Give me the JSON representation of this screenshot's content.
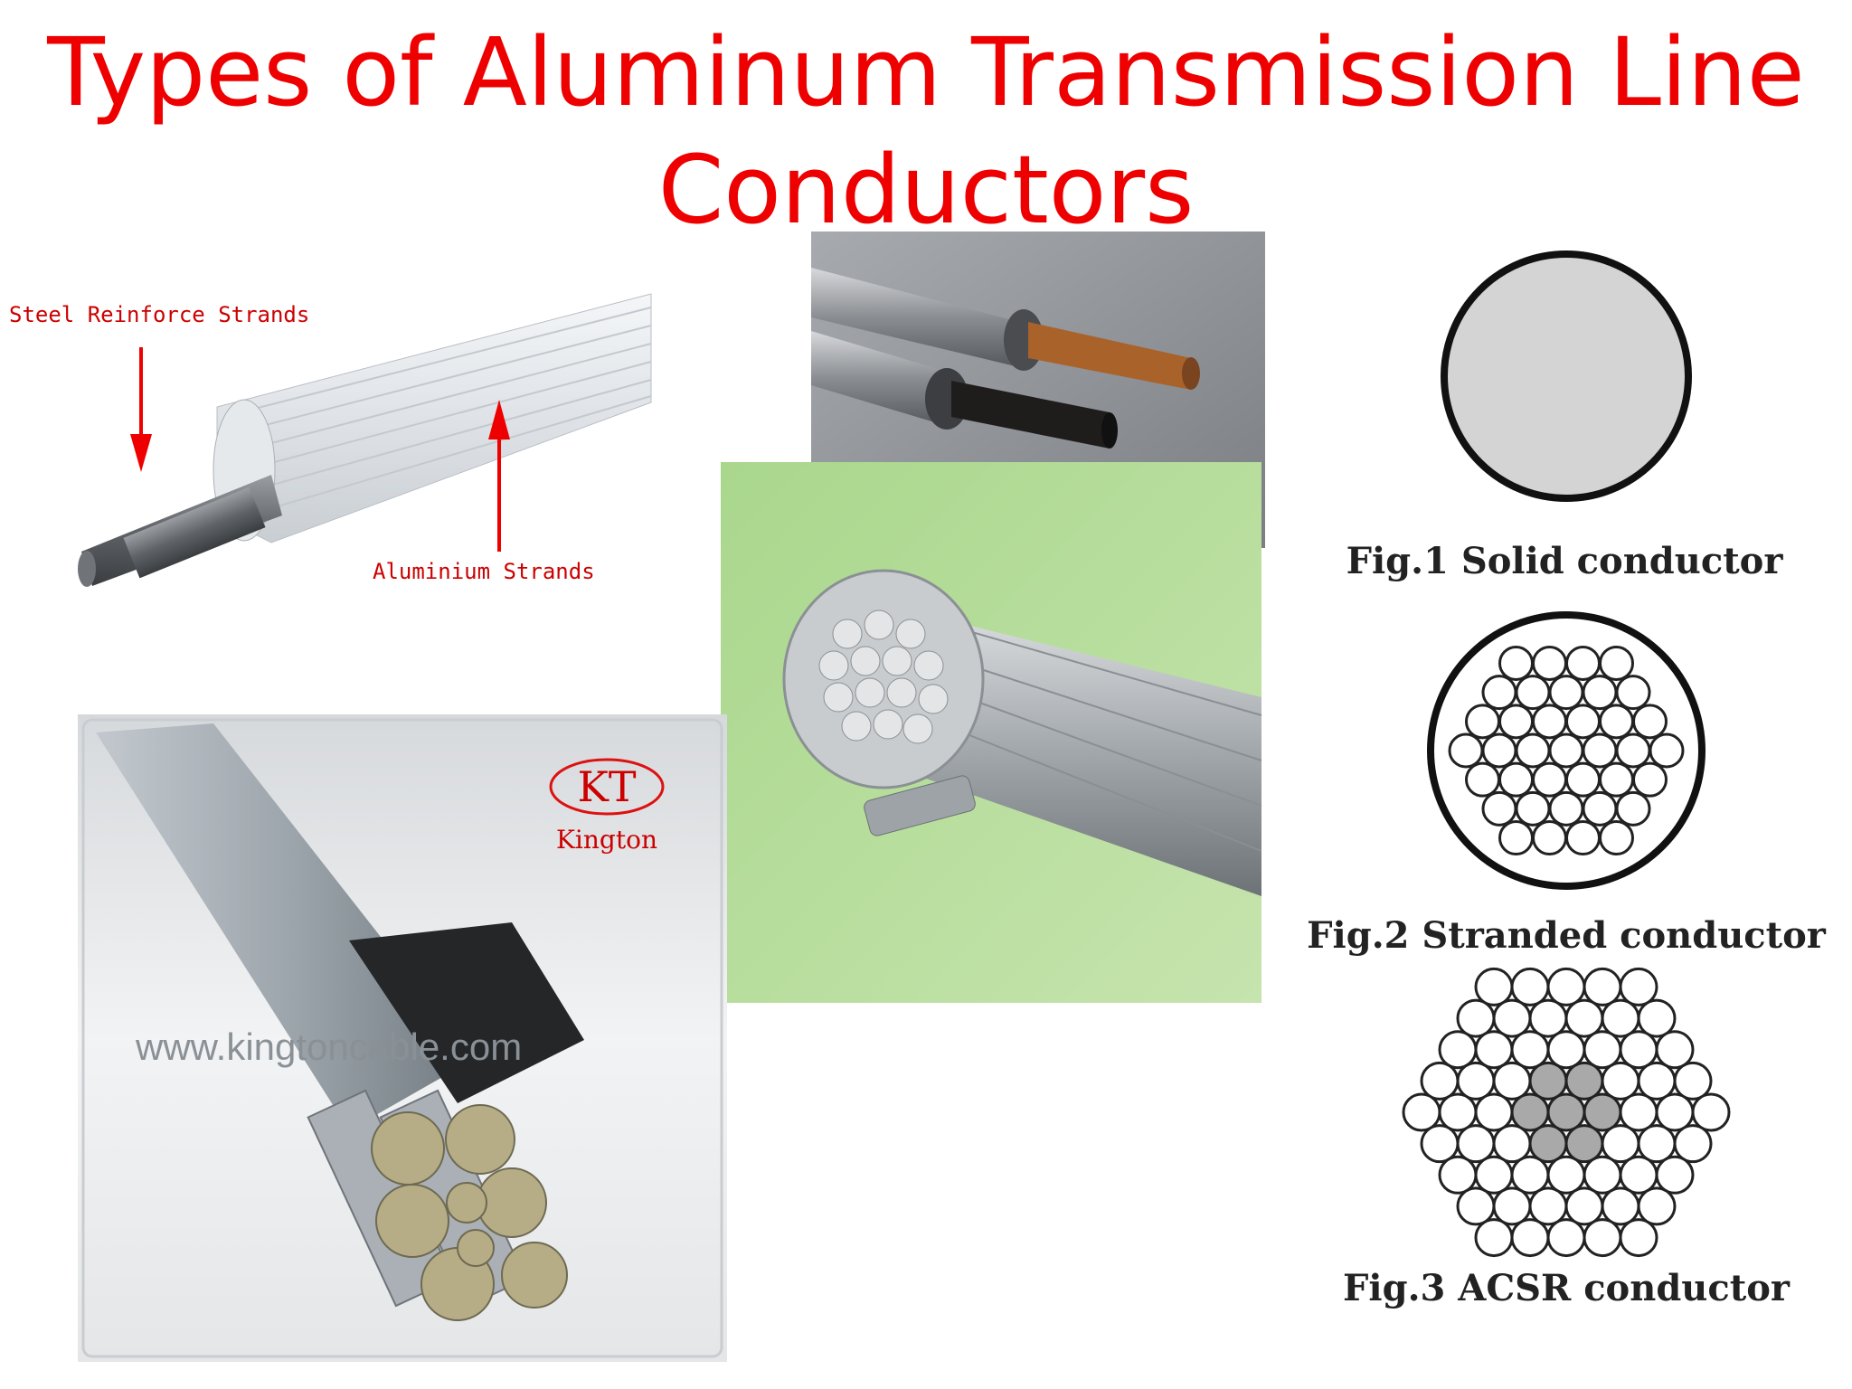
{
  "title": {
    "line1": "Types of Aluminum Transmission Line",
    "line2": "Conductors"
  },
  "diagram": {
    "steel_label": "Steel Reinforce Strands",
    "aluminium_label": "Aluminium Strands"
  },
  "photo_kington": {
    "logo_text": "KT",
    "brand": "Kington",
    "watermark": "www.kingtoncable.com"
  },
  "figures": {
    "fig1": "Fig.1 Solid conductor",
    "fig2": "Fig.2 Stranded conductor",
    "fig3": "Fig.3 ACSR conductor"
  },
  "colors": {
    "title": "#ee0000",
    "label": "#cc0000",
    "green_bg": "#b6dc98"
  }
}
